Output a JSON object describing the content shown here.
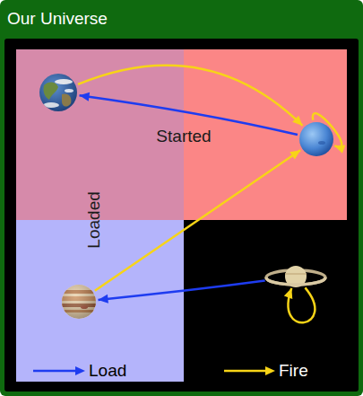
{
  "diagram": {
    "title": "Our Universe",
    "nodes": [
      {
        "text": [
          "Started"
        ]
      },
      {
        "text": [
          "Loaded"
        ]
      },
      {
        "text": [],
        "in": 1
      },
      {
        "text": [],
        "in": 0
      },
      {
        "text": [],
        "in": 1
      },
      {
        "text": []
      }
    ],
    "edges": [
      {
        "from": 2,
        "to": 3,
        "arrow": "to"
      },
      {
        "from": 3,
        "to": 2,
        "arrow": "to"
      },
      {
        "from": 3,
        "to": 3,
        "arrow": "to"
      },
      {
        "from": 4,
        "to": 3,
        "arrow": "to"
      },
      {
        "from": 5,
        "to": 4,
        "arrow": "to"
      },
      {
        "from": 5,
        "to": 5,
        "arrow": "to"
      }
    ],
    "legend": [
      {
        "text": "Load"
      },
      {
        "text": "Fire"
      }
    ]
  }
}
